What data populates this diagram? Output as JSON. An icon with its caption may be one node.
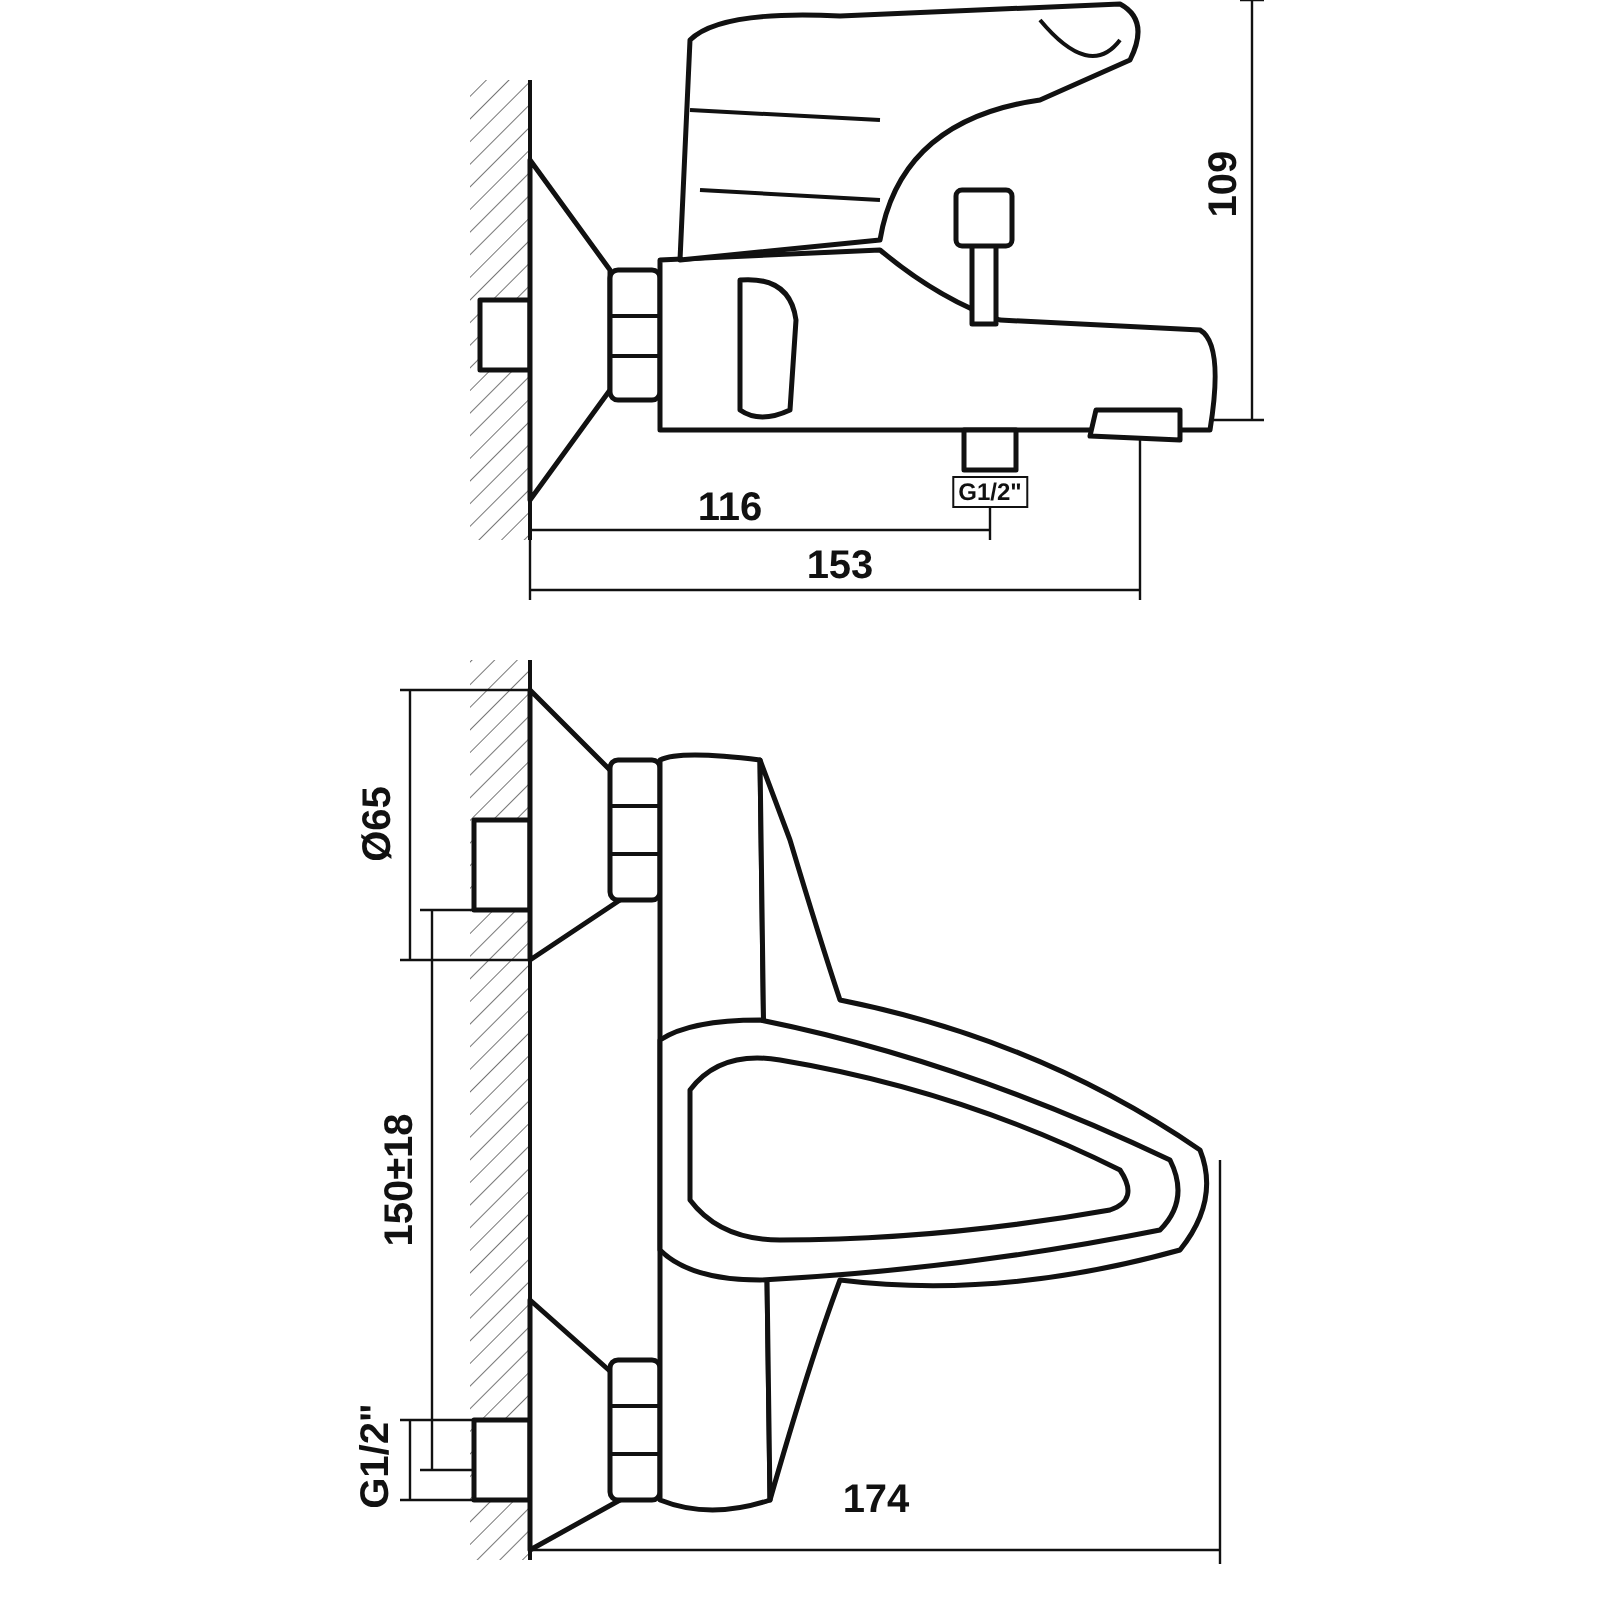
{
  "diagram": {
    "labels": [
      "109",
      "116",
      "G1/2\"",
      "153",
      "Ø65",
      "150±18",
      "G1/2\"",
      "174"
    ]
  }
}
